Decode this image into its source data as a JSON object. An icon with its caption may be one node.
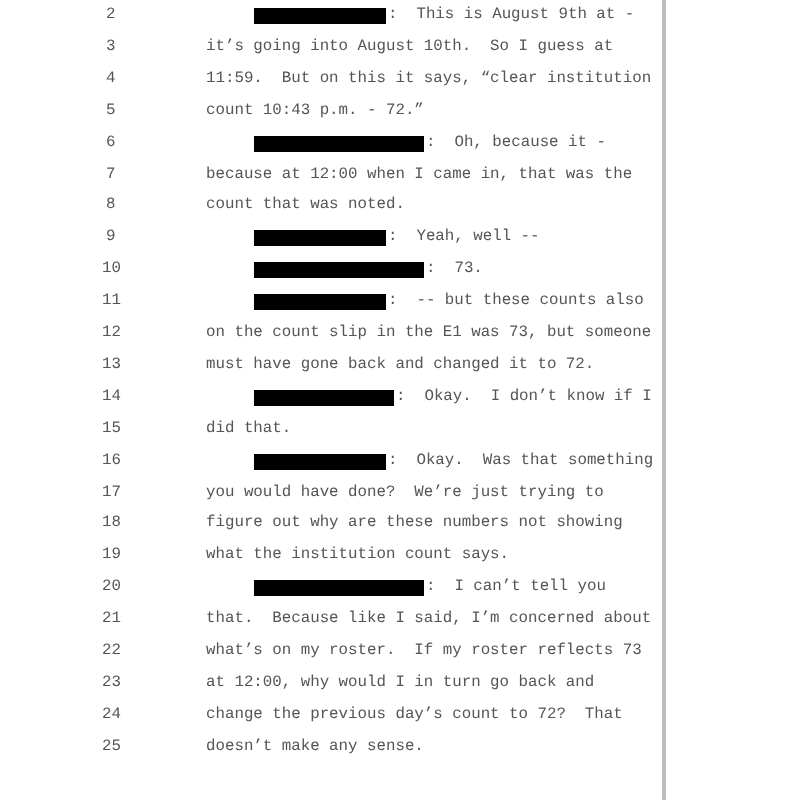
{
  "diagram": {
    "labels": [
      "2",
      ":  This is August 9th at -",
      "3",
      "it’s going into August 10th.  So I guess at",
      "4",
      "11:59.  But on this it says, “clear institution",
      "5",
      "count 10:43 p.m. - 72.”",
      "6",
      ":  Oh, because it -",
      "7",
      "because at 12:00 when I came in, that was the",
      "8",
      "count that was noted.",
      "9",
      ":  Yeah, well --",
      "10",
      ":  73.",
      "11",
      ":  -- but these counts also",
      "12",
      "on the count slip in the E1 was 73, but someone",
      "13",
      "must have gone back and changed it to 72.",
      "14",
      ":  Okay.  I don’t know if I",
      "15",
      "did that.",
      "16",
      ":  Okay.  Was that something",
      "17",
      "you would have done?  We’re just trying to",
      "18",
      "figure out why are these numbers not showing",
      "19",
      "what the institution count says.",
      "20",
      ":  I can’t tell you",
      "21",
      "that.  Because like I said, I’m concerned about",
      "22",
      "what’s on my roster.  If my roster reflects 73",
      "23",
      "at 12:00, why would I in turn go back and",
      "24",
      "change the previous day’s count to 72?  That",
      "25",
      "doesn’t make any sense."
    ]
  }
}
